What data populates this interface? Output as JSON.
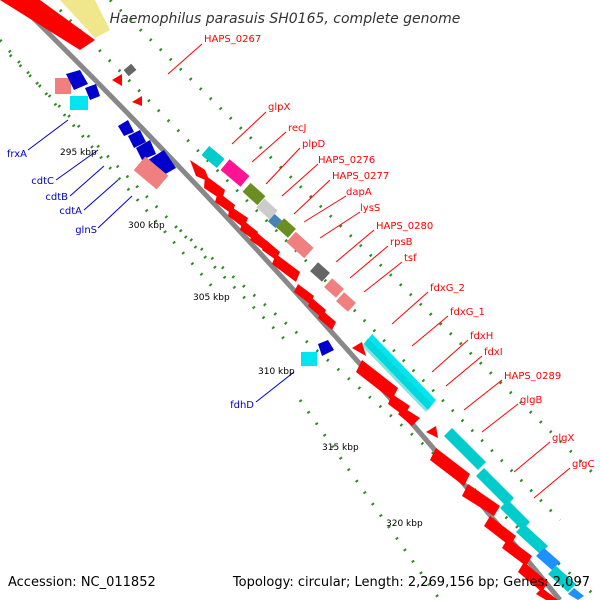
{
  "title": "Haemophilus parasuis SH0165, complete genome",
  "footer": {
    "accession": "Accession: NC_011852",
    "topology": "Topology: circular; Length: 2,269,156 bp; Genes: 2,097"
  },
  "colors": {
    "background": "#ffffff",
    "backbone": "#888888",
    "tick_dot": "#2e8b22",
    "forward_label": "#ff0000",
    "reverse_label": "#0000cc"
  },
  "ticks": [
    {
      "label": "295 kbp"
    },
    {
      "label": "300 kbp"
    },
    {
      "label": "305 kbp"
    },
    {
      "label": "310 kbp"
    },
    {
      "label": "315 kbp"
    },
    {
      "label": "320 kbp"
    }
  ],
  "forward_labels": [
    {
      "text": "HAPS_0267"
    },
    {
      "text": "glpX"
    },
    {
      "text": "recJ"
    },
    {
      "text": "plpD"
    },
    {
      "text": "HAPS_0276"
    },
    {
      "text": "HAPS_0277"
    },
    {
      "text": "dapA"
    },
    {
      "text": "lysS"
    },
    {
      "text": "HAPS_0280"
    },
    {
      "text": "rpsB"
    },
    {
      "text": "tsf"
    },
    {
      "text": "fdxG_2"
    },
    {
      "text": "fdxG_1"
    },
    {
      "text": "fdxH"
    },
    {
      "text": "fdxI"
    },
    {
      "text": "HAPS_0289"
    },
    {
      "text": "glgB"
    },
    {
      "text": "glgX"
    },
    {
      "text": "glgC"
    }
  ],
  "reverse_labels": [
    {
      "text": "frxA"
    },
    {
      "text": "cdtC"
    },
    {
      "text": "cdtB"
    },
    {
      "text": "cdtA"
    },
    {
      "text": "glnS"
    },
    {
      "text": "fdhD"
    }
  ]
}
